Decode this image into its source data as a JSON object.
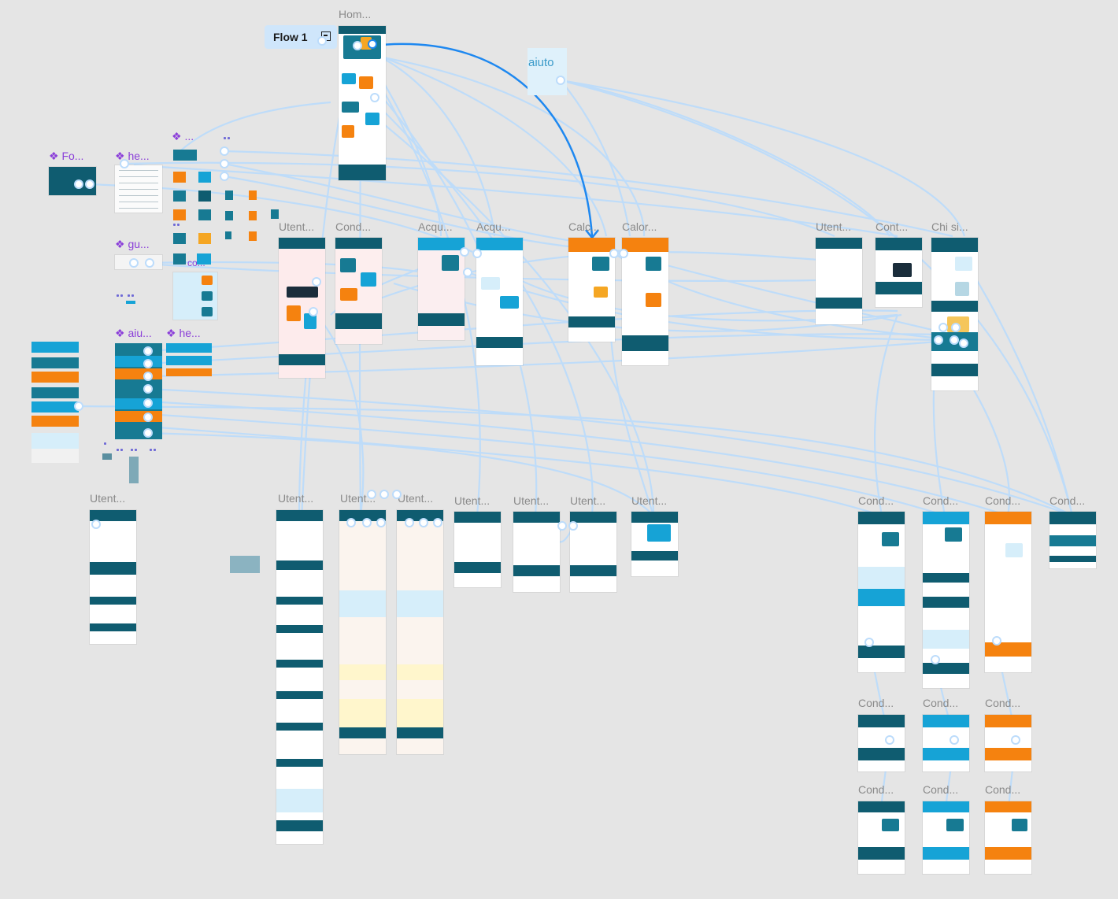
{
  "canvas": {
    "background": "#e5e5e5",
    "connector_color": "#bcdcfb",
    "active_connector_color": "#1e88f0"
  },
  "flow": {
    "label": "Flow 1",
    "icon": "flow-start-icon"
  },
  "logo_frame": {
    "text": "aiuto"
  },
  "frame_labels": {
    "home": "Hom...",
    "utent_a": "Utent...",
    "cond_a": "Cond...",
    "acqu_a": "Acqu...",
    "acqu_b": "Acqu...",
    "calc_a": "Calc...",
    "calor": "Calor...",
    "utent_top_right": "Utent...",
    "cont": "Cont...",
    "chi_si": "Chi si...",
    "utent_low_1": "Utent...",
    "utent_low_2": "Utent...",
    "utent_low_3": "Utent...",
    "utent_low_4": "Utent...",
    "utent_low_5": "Utent...",
    "utent_low_6": "Utent...",
    "utent_low_7": "Utent...",
    "utent_low_8": "Utent...",
    "cond_r1": "Cond...",
    "cond_r2": "Cond...",
    "cond_r3": "Cond...",
    "cond_r4": "Cond...",
    "cond_r5": "Cond...",
    "cond_r6": "Cond...",
    "cond_r7": "Cond...",
    "cond_r8": "Cond...",
    "cond_r9": "Cond...",
    "cond_r10": "Cond..."
  },
  "component_labels": {
    "fo": "❖ Fo...",
    "he1": "❖ he...",
    "dots_top": "❖ ...",
    "gu": "❖ gu...",
    "aiu": "❖ aiu...",
    "he2": "❖ he...",
    "co": "co..."
  },
  "colors": {
    "teal_dark": "#0f5c70",
    "teal": "#177a93",
    "cyan": "#16a3d6",
    "orange": "#f5820f",
    "light_blue": "#d6eefa",
    "light_gray": "#f1f1f1",
    "purple": "#8b3fd9"
  }
}
